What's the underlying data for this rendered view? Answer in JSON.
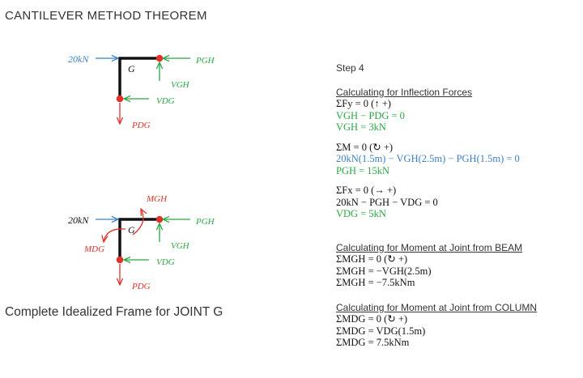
{
  "title": "CANTILEVER METHOD THEOREM",
  "caption": "Complete Idealized Frame for JOINT G",
  "step": "Step 4",
  "colors": {
    "red": "#e0312a",
    "green": "#27a844",
    "blue": "#3b82c4",
    "black": "#111111"
  },
  "diagram1": {
    "load": "20kN",
    "joint": "G",
    "p_gh": "PGH",
    "v_gh": "VGH",
    "v_dg": "VDG",
    "p_dg": "PDG"
  },
  "diagram2": {
    "load": "20kN",
    "joint": "G",
    "m_gh": "MGH",
    "m_dg": "MDG",
    "p_gh": "PGH",
    "v_gh": "VGH",
    "v_dg": "VDG",
    "p_dg": "PDG"
  },
  "sections": {
    "inflection": {
      "heading": "Calculating for Inflection Forces",
      "fy_line": "ΣFy = 0 (↑ +)",
      "fy_eq": "VGH − PDG = 0",
      "fy_result": "VGH = 3kN",
      "m_line": "ΣM = 0 (↻ +)",
      "m_eq": "20kN(1.5m) − VGH(2.5m) − PGH(1.5m) = 0",
      "m_result": "PGH = 15kN",
      "fx_line": "ΣFx = 0 (→ +)",
      "fx_eq": "20kN − PGH − VDG = 0",
      "fx_result": "VDG = 5kN"
    },
    "beam": {
      "heading": "Calculating for Moment at Joint from BEAM",
      "l1": "ΣMGH = 0 (↻ +)",
      "l2": "ΣMGH = −VGH(2.5m)",
      "l3": "ΣMGH = −7.5kNm"
    },
    "column": {
      "heading": "Calculating for Moment at Joint from COLUMN",
      "l1": "ΣMDG = 0 (↻ +)",
      "l2": "ΣMDG = VDG(1.5m)",
      "l3": "ΣMDG = 7.5kNm"
    }
  }
}
